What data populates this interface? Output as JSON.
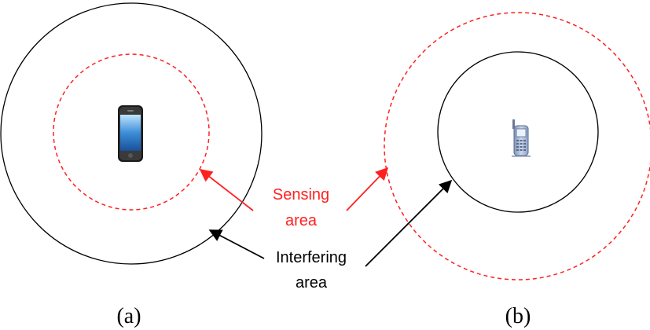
{
  "labels": {
    "sensing_line1": "Sensing",
    "sensing_line2": "area",
    "interfering_line1": "Interfering",
    "interfering_line2": "area"
  },
  "captions": {
    "left": "(a)",
    "right": "(b)"
  },
  "colors": {
    "sensing": "#ff2020",
    "interfering": "#000000",
    "background": "#ffffff"
  },
  "icons": {
    "left_device": "smartphone-icon",
    "right_device": "feature-phone-icon"
  }
}
